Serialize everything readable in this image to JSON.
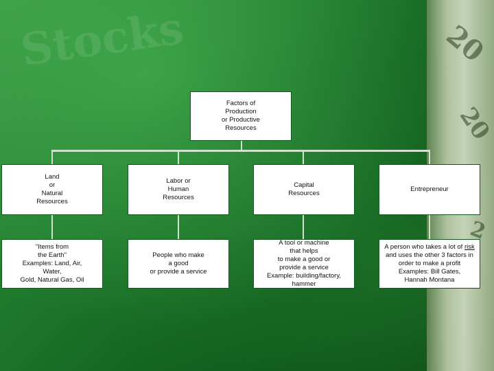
{
  "diagram": {
    "root": {
      "label": "Factors of\nProduction\nor Productive\nResources"
    },
    "factors": [
      {
        "name": "Land\nor\nNatural\nResources",
        "description": "\"Items from\nthe Earth\"\nExamples: Land, Air,\nWater,\nGold, Natural Gas, Oil"
      },
      {
        "name": "Labor or\nHuman\nResources",
        "description": "People who make\na good\nor provide a service"
      },
      {
        "name": "Capital\nResources",
        "description": "A tool or machine\nthat helps\nto make a good or\nprovide a service\nExample: building/factory,\nhammer"
      },
      {
        "name": "Entrepreneur",
        "description_before": "A person who takes a lot of ",
        "description_risk": "risk",
        "description_after": "\nand uses the other 3 factors in\norder to make a profit\nExamples: Bill Gates,\nHannah Montana"
      }
    ]
  },
  "background": {
    "word_stocks": "Stocks",
    "money_numbers": [
      "20",
      "20",
      "2"
    ]
  }
}
